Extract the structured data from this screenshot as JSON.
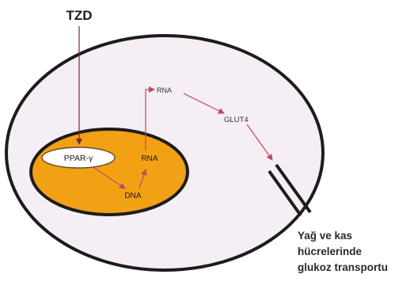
{
  "diagram": {
    "drug_label": "TZD",
    "receptor_label": "PPAR-γ",
    "dna_label": "DNA",
    "rna_in_nucleus_label": "RNA",
    "rna_in_cytoplasm_label": "RNA",
    "transporter_label": "GLUT4",
    "caption_lines": [
      "Yağ ve kas",
      "hücrelerinde",
      "glukoz transportu"
    ],
    "colors": {
      "cytoplasm": "#f5eef5",
      "nucleus": "#f2a115",
      "outline": "#1c1c1c",
      "arrow": "#c2495e"
    }
  }
}
